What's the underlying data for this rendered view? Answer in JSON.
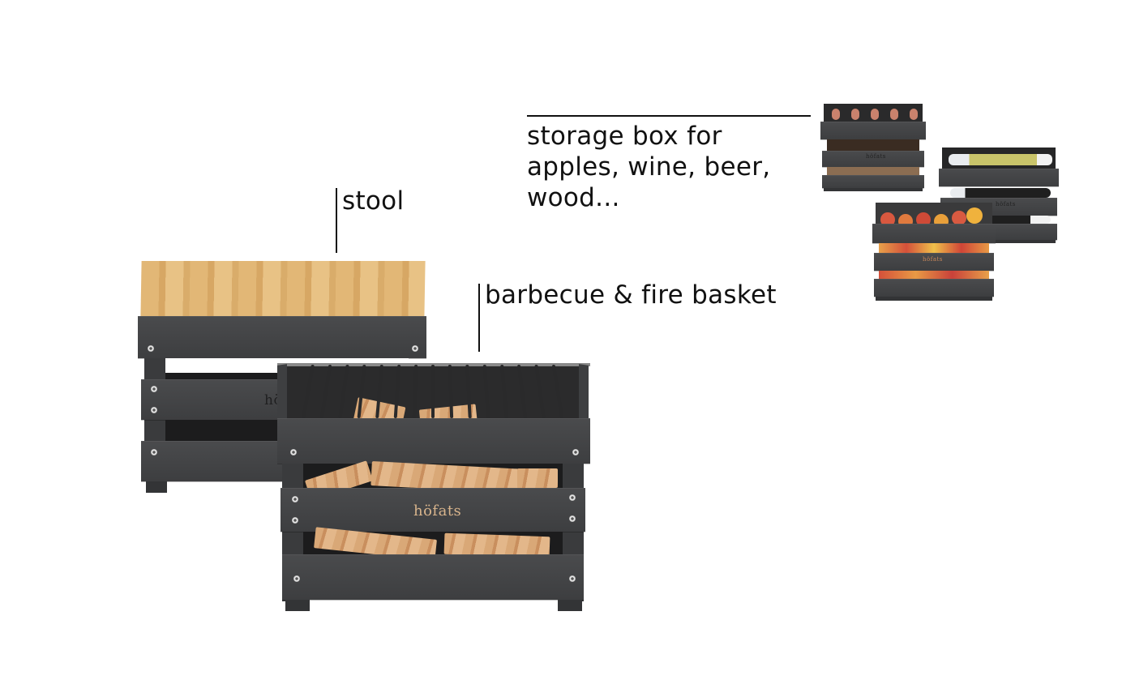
{
  "labels": {
    "stool": "stool",
    "barbecue": "barbecue & fire basket",
    "storage_line1": "storage box for",
    "storage_line2": "apples, wine, beer,",
    "storage_line3": "wood..."
  },
  "brand": {
    "name": "höfats",
    "name_partial": "hö"
  },
  "colors": {
    "background": "#ffffff",
    "steel": "#434446",
    "bamboo": "#e2b776",
    "brand_copper": "#d8b48c",
    "text": "#111111"
  }
}
